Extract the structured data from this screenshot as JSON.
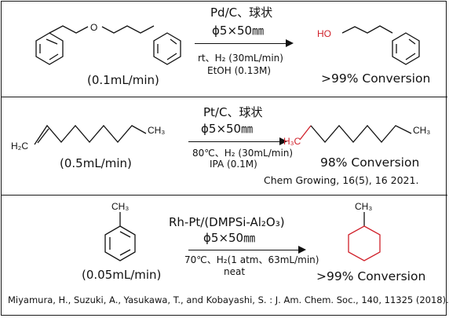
{
  "reactions": [
    {
      "catalyst": "Pd/C、球状",
      "bead": "ϕ5×50㎜",
      "conditions": "rt、H₂ (30mL/min)",
      "solvent": "EtOH (0.13M)",
      "flow": "(0.1mL/min)",
      "result": ">99% Conversion",
      "atom_labels": [
        "O",
        "HO"
      ]
    },
    {
      "catalyst": "Pt/C、球状",
      "bead": "ϕ5×50㎜",
      "conditions": "80℃、H₂ (30mL/min)",
      "solvent": "IPA (0.1M)",
      "flow": "(0.5mL/min)",
      "result": "98% Conversion",
      "atom_labels": [
        "H₂C",
        "CH₃",
        "H₃C",
        "CH₃"
      ],
      "citation": "Chem Growing, 16(5), 16 2021."
    },
    {
      "catalyst": "Rh-Pt/(DMPSi-Al₂O₃)",
      "bead": "ϕ5×50㎜",
      "conditions": "70℃、H₂(1 atm、63mL/min)",
      "solvent": "neat",
      "flow": "(0.05mL/min)",
      "result": ">99% Conversion",
      "atom_labels": [
        "CH₃",
        "CH₃"
      ]
    }
  ],
  "citation": "Miyamura, H., Suzuki, A., Yasukawa, T., and Kobayashi, S. : J. Am. Chem. Soc., 140, 11325 (2018).",
  "colors": {
    "highlight": "#d0202a",
    "ink": "#111111"
  }
}
